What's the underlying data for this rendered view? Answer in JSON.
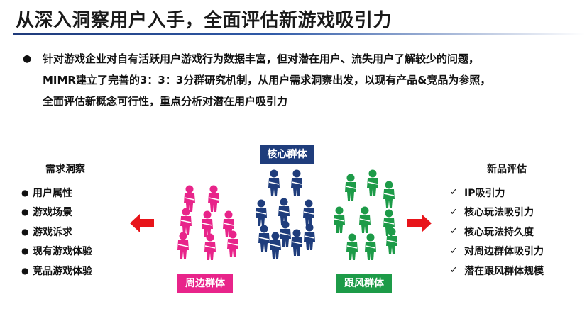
{
  "title": "从深入洞察用户入手，全面评估新游戏吸引力",
  "intro": {
    "bullet": "●",
    "lines": [
      "针对游戏企业对自有活跃用户游戏行为数据丰富，但对潜在用户、流失用户了解较少的问题，",
      "MIMR建立了完善的3：3：3分群研究机制，从用户需求洞察出发，以现有产品&竞品为参照，",
      "全面评估新概念可行性，重点分析对潜在用户吸引力"
    ]
  },
  "needs": {
    "title": "需求洞察",
    "items": [
      "用户属性",
      "游戏场景",
      "游戏诉求",
      "现有游戏体验",
      "竞品游戏体验"
    ]
  },
  "evaluation": {
    "title": "新品评估",
    "items": [
      "IP吸引力",
      "核心玩法吸引力",
      "核心玩法持久度",
      "对周边群体吸引力",
      "潜在跟风群体规模"
    ]
  },
  "groups": {
    "core": "核心群体",
    "peripheral": "周边群体",
    "follower": "跟风群体"
  },
  "colors": {
    "core": "#1f3d7c",
    "peripheral": "#e8248a",
    "follower": "#1d9b48",
    "arrow": "#e8141a"
  },
  "icons": {
    "bullet": "●",
    "check": "✓",
    "person": "person-icon",
    "arrow_left": "arrow-left-icon",
    "arrow_right": "arrow-right-icon"
  }
}
